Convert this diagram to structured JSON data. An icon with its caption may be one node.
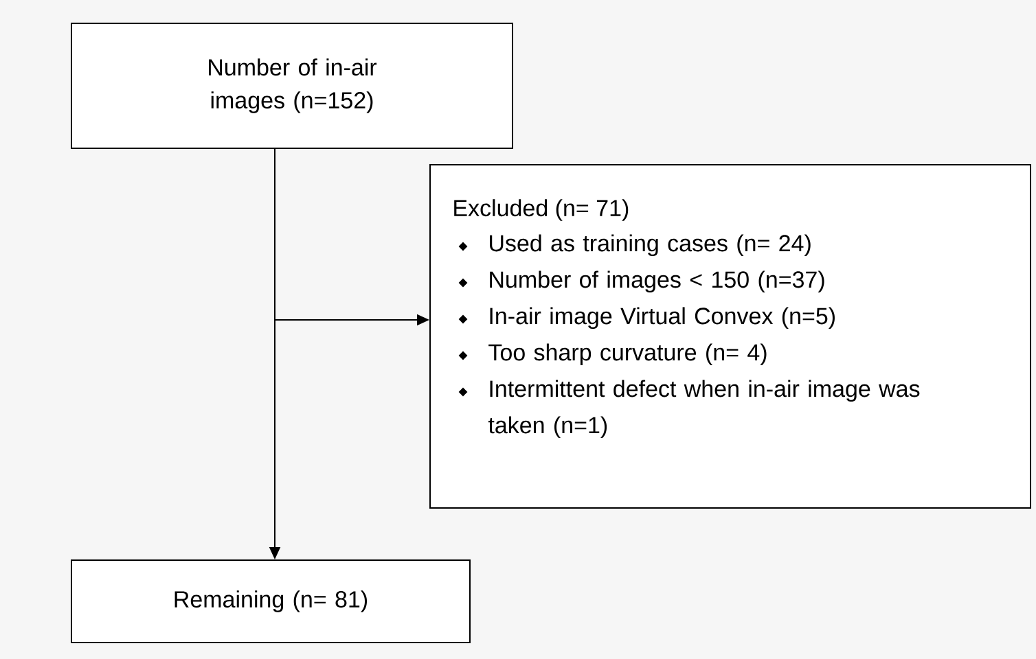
{
  "diagram": {
    "nodes": [
      {
        "text": [
          "Number of in-air images (n=152)"
        ]
      },
      {
        "text": [
          "Excluded (n= 71)",
          "Used as training cases (n= 24)",
          "Number of images < 150 (n=37)",
          "In-air image Virtual Convex (n=5)",
          "Too sharp curvature (n= 4)",
          "Intermittent defect when in-air image was taken (n=1)"
        ]
      },
      {
        "text": [
          "Remaining (n= 81)"
        ]
      }
    ],
    "edges": [
      {
        "from": 0,
        "to": 2,
        "arrow": "to"
      },
      {
        "from": 0,
        "to": 1,
        "arrow": "to"
      }
    ]
  }
}
